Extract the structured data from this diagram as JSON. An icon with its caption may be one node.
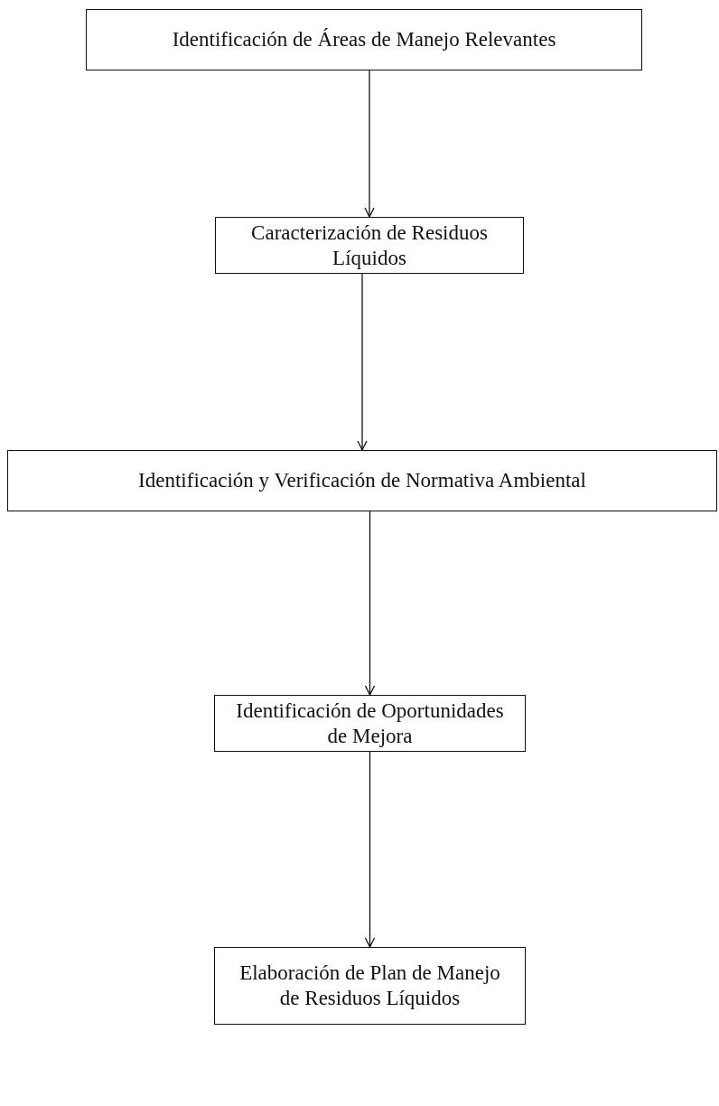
{
  "diagram": {
    "nodes": [
      {
        "text": [
          "Identificación de Áreas de Manejo Relevantes"
        ]
      },
      {
        "text": [
          "Caracterización de Residuos Líquidos"
        ]
      },
      {
        "text": [
          "Identificación y Verificación de Normativa Ambiental"
        ]
      },
      {
        "text": [
          "Identificación de Oportunidades de Mejora"
        ]
      },
      {
        "text": [
          "Elaboración de Plan de Manejo de Residuos Líquidos"
        ]
      }
    ],
    "edges": [
      {
        "from": 0,
        "to": 1,
        "arrow": "to"
      },
      {
        "from": 1,
        "to": 2,
        "arrow": "to"
      },
      {
        "from": 2,
        "to": 3,
        "arrow": "to"
      },
      {
        "from": 3,
        "to": 4,
        "arrow": "to"
      }
    ]
  }
}
